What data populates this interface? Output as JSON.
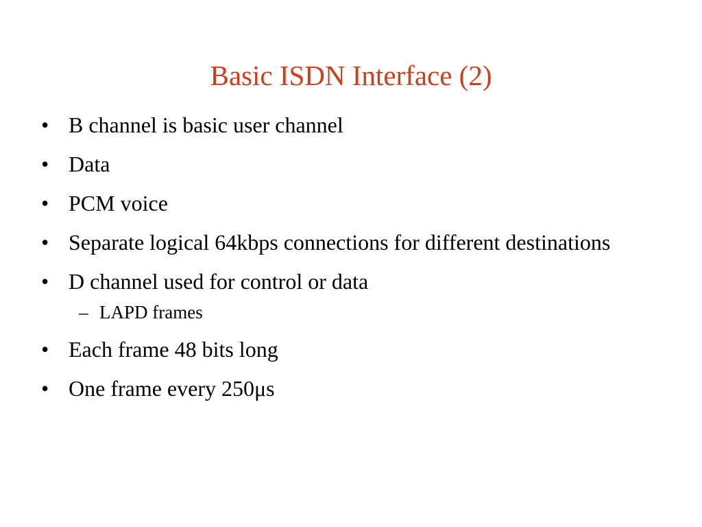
{
  "slide": {
    "title": "Basic ISDN Interface (2)",
    "title_color": "#c8401c",
    "bullet_marker": "•",
    "sub_marker": "–",
    "items": [
      {
        "text": "B channel is basic user channel"
      },
      {
        "text": "Data"
      },
      {
        "text": "PCM voice"
      },
      {
        "text": "Separate logical 64kbps connections for different destinations"
      },
      {
        "text": "D channel used for control or data"
      },
      {
        "text": "LAPD frames",
        "level": 2
      },
      {
        "text": "Each frame 48 bits long"
      },
      {
        "text": "One frame every 250μs"
      }
    ]
  }
}
